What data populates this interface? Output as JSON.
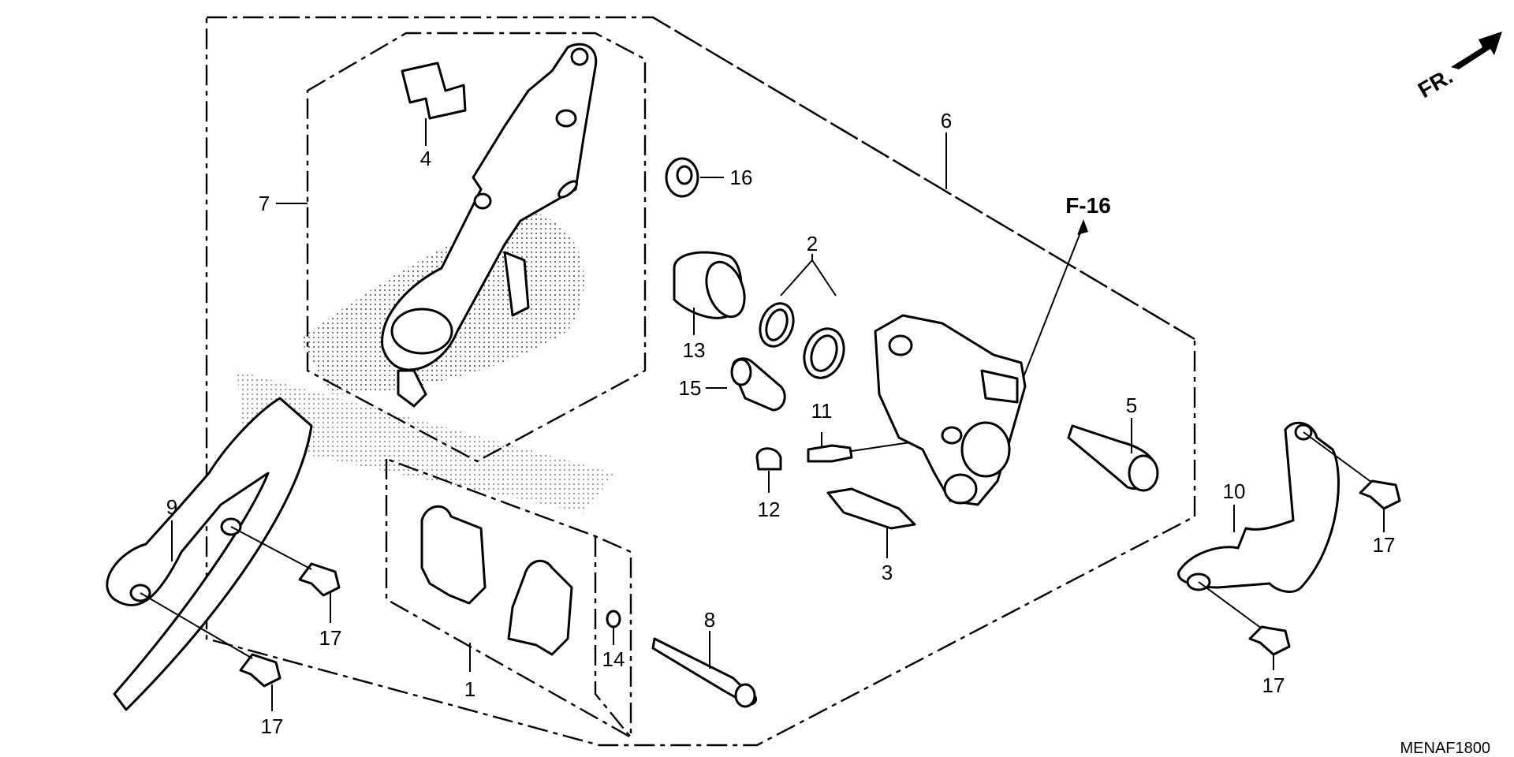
{
  "labels": {
    "p1": "1",
    "p2": "2",
    "p3": "3",
    "p4": "4",
    "p5": "5",
    "p6": "6",
    "p7": "7",
    "p8": "8",
    "p9": "9",
    "p10": "10",
    "p11": "11",
    "p12": "12",
    "p13": "13",
    "p14": "14",
    "p15": "15",
    "p16": "16",
    "p17a": "17",
    "p17b": "17",
    "p17c": "17",
    "p17d": "17"
  },
  "reference": "F-16",
  "direction": "FR.",
  "diagram_code": "MENAF1800",
  "colors": {
    "ink": "#000000",
    "paper": "#ffffff"
  }
}
